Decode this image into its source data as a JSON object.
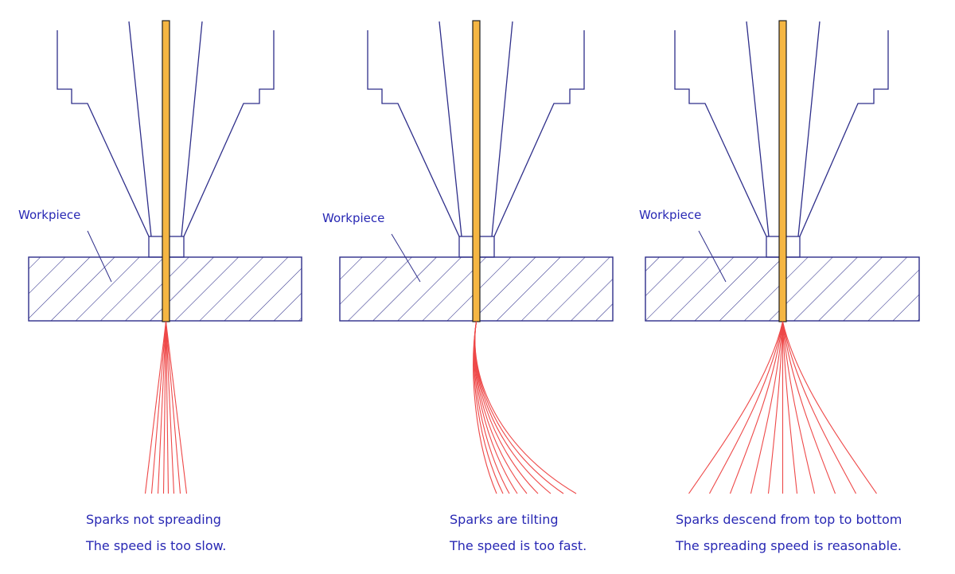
{
  "panels": [
    {
      "workpiece_label": "Workpiece",
      "caption_line1": "Sparks not spreading",
      "caption_line2": "The speed is too slow.",
      "spark_pattern": "narrow-straight"
    },
    {
      "workpiece_label": "Workpiece",
      "caption_line1": "Sparks are tilting",
      "caption_line2": "The speed is too fast.",
      "spark_pattern": "tilted-right"
    },
    {
      "workpiece_label": "Workpiece",
      "caption_line1": "Sparks descend from top to bottom",
      "caption_line2": "The spreading speed is reasonable.",
      "spark_pattern": "spreading-fan"
    }
  ],
  "colors": {
    "outline": "#2e2e8a",
    "hatch": "#2e2e8a",
    "beam_fill": "#f5b642",
    "beam_edge": "#1e1e1e",
    "spark": "#ee4848",
    "text": "#2828b4"
  }
}
